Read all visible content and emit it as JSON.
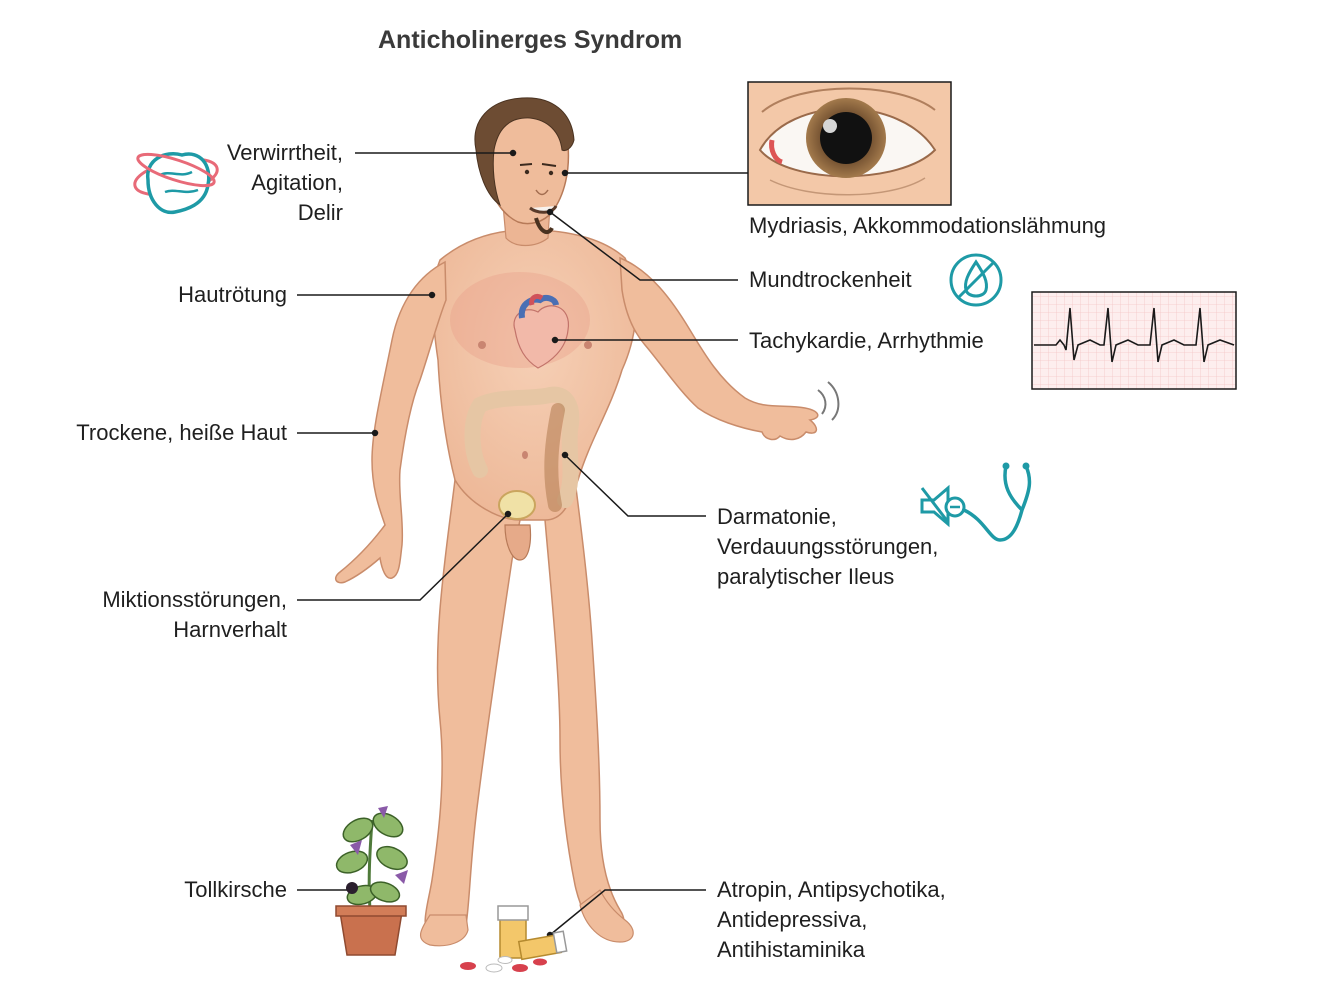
{
  "title": "Anticholinerges Syndrom",
  "labels": {
    "confusion": "Verwirrtheit,\nAgitation,\nDelir",
    "redness": "Hautrötung",
    "dry_skin": "Trockene, heiße Haut",
    "micturition": "Miktionsstörungen,\nHarnverhalt",
    "belladonna": "Tollkirsche",
    "mydriasis": "Mydriasis, Akkommodationslähmung",
    "dry_mouth": "Mundtrockenheit",
    "tachycardia": "Tachykardie, Arrhythmie",
    "bowel": "Darmatonie,\nVerdauungsstörungen,\nparalytischer Ileus",
    "drugs": "Atropin, Antipsychotika,\nAntidepressiva,\nAntihistaminika"
  },
  "icons": {
    "brain": "confused-brain-icon",
    "no_water": "no-water-drop-icon",
    "stethoscope": "stethoscope-muted-icon",
    "ecg": "ecg-strip",
    "eye": "dilated-eye-panel"
  },
  "colors": {
    "skin": "#f2c3a4",
    "skin_shade": "#e3a987",
    "teal": "#1e9aa6",
    "pink": "#e86a78",
    "leader": "#1a1a1a",
    "ecg_grid": "#f3c6c6"
  }
}
